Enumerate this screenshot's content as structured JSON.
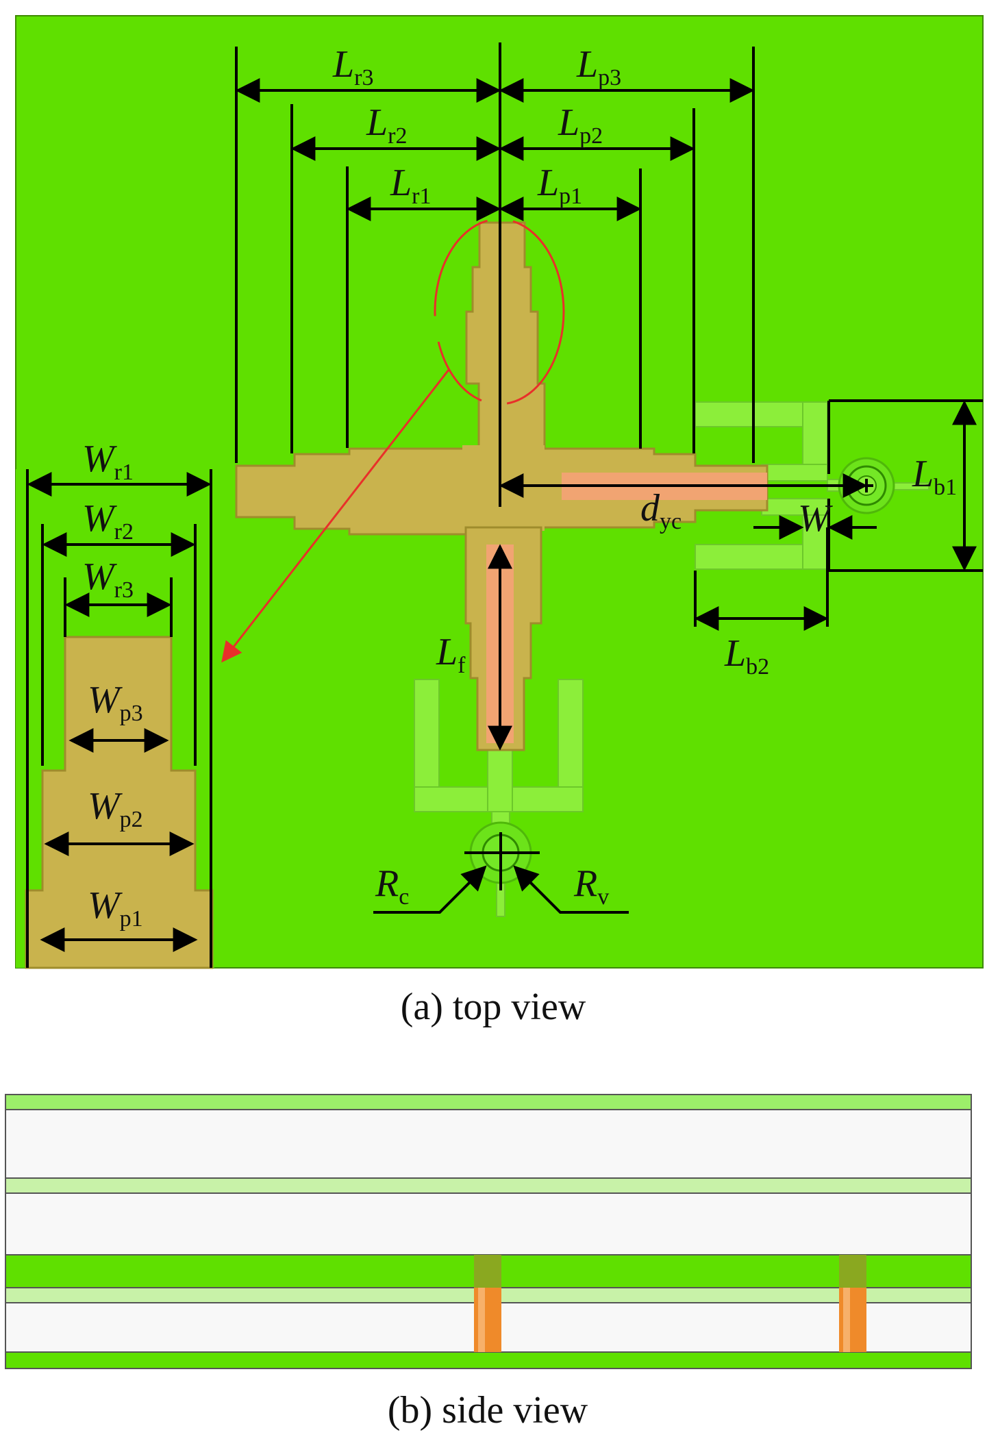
{
  "colors": {
    "ground_green": "#5fe000",
    "patch_gold": "#c9b34d",
    "patch_edge": "#9f8c2c",
    "feed_orange": "#f3a374",
    "line_green": "#8cee3a",
    "substrate_white": "#f8f8f8",
    "thin_layer": "#c8f2a8",
    "via_orange": "#ef8a2a",
    "annotation_red": "#e8302a"
  },
  "labels": {
    "Lr3": {
      "main": "L",
      "sub": "r3"
    },
    "Lr2": {
      "main": "L",
      "sub": "r2"
    },
    "Lr1": {
      "main": "L",
      "sub": "r1"
    },
    "Lp3": {
      "main": "L",
      "sub": "p3"
    },
    "Lp2": {
      "main": "L",
      "sub": "p2"
    },
    "Lp1": {
      "main": "L",
      "sub": "p1"
    },
    "Lb1": {
      "main": "L",
      "sub": "b1"
    },
    "Lb2": {
      "main": "L",
      "sub": "b2"
    },
    "Lf": {
      "main": "L",
      "sub": "f"
    },
    "dyc": {
      "main": "d",
      "sub": "yc"
    },
    "W": {
      "main": "W",
      "sub": ""
    },
    "Wr1": {
      "main": "W",
      "sub": "r1"
    },
    "Wr2": {
      "main": "W",
      "sub": "r2"
    },
    "Wr3": {
      "main": "W",
      "sub": "r3"
    },
    "Wp3": {
      "main": "W",
      "sub": "p3"
    },
    "Wp2": {
      "main": "W",
      "sub": "p2"
    },
    "Wp1": {
      "main": "W",
      "sub": "p1"
    },
    "Rc": {
      "main": "R",
      "sub": "c"
    },
    "Rv": {
      "main": "R",
      "sub": "v"
    }
  },
  "captions": {
    "top": "(a) top view",
    "side": "(b) side view"
  }
}
